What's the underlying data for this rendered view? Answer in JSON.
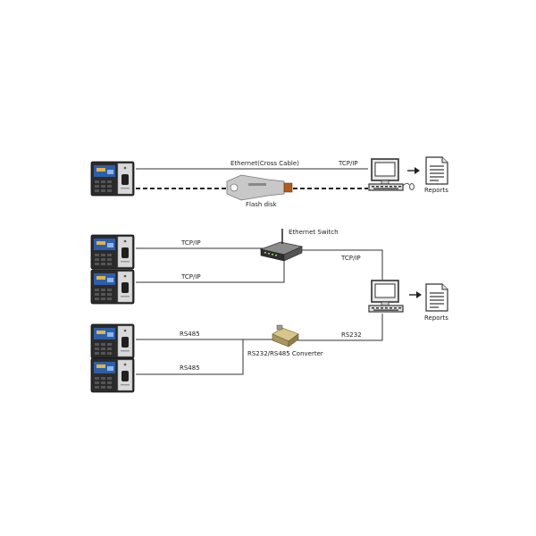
{
  "labels": {
    "ethernet_cross_cable": "Ethernet(Cross Cable)",
    "tcpip_top": "TCP/IP",
    "flash_disk": "Flash disk",
    "reports_top": "Reports",
    "ethernet_switch": "Ethernet Switch",
    "tcpip_device1": "TCP/IP",
    "tcpip_device2": "TCP/IP",
    "tcpip_switch_pc": "TCP/IP",
    "reports_middle": "Reports",
    "rs485_device1": "RS485",
    "rs485_device2": "RS485",
    "rs232": "RS232",
    "converter": "RS232/RS485 Converter"
  },
  "icons": {
    "terminal": "fingerprint-terminal-icon",
    "computer": "desktop-computer-icon",
    "report": "report-document-icon",
    "arrow": "arrow-right-icon",
    "flash": "usb-flash-disk-icon",
    "switch": "ethernet-switch-icon",
    "converter": "rs232-rs485-converter-icon",
    "mouse": "mouse-icon"
  },
  "colors": {
    "line": "#333333",
    "terminal_body": "#2b2b2b",
    "terminal_screen": "#2d5fa8",
    "terminal_panel": "#d9d9d9",
    "computer_body": "#e9e9e9",
    "computer_outline": "#333333"
  }
}
